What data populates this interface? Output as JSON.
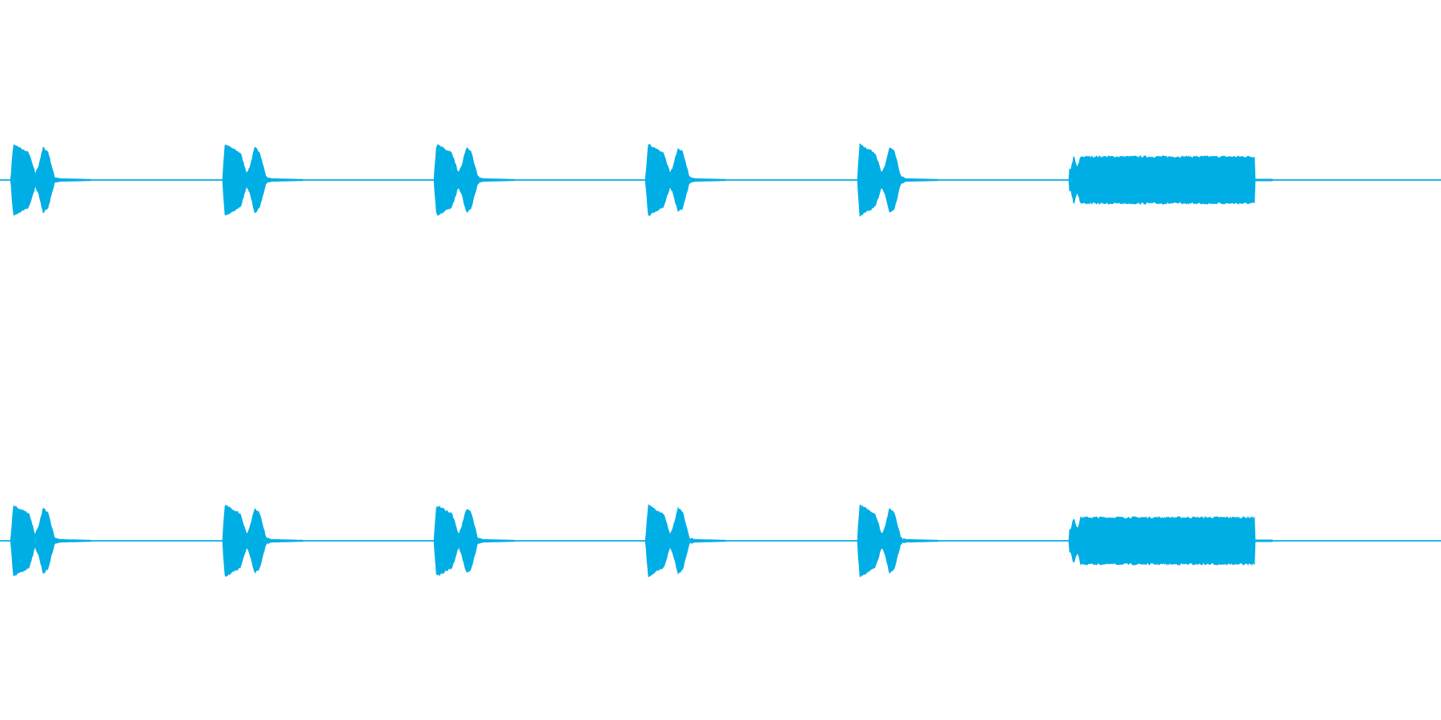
{
  "waveform": {
    "color": "#00aee6",
    "background": "#ffffff",
    "channels": [
      {
        "name": "channel-1"
      },
      {
        "name": "channel-2"
      }
    ],
    "events": [
      {
        "kind": "blip",
        "start": 0.0,
        "peak": 0.95
      },
      {
        "kind": "blip",
        "start": 0.148,
        "peak": 0.95
      },
      {
        "kind": "blip",
        "start": 0.296,
        "peak": 0.95
      },
      {
        "kind": "blip",
        "start": 0.444,
        "peak": 0.95
      },
      {
        "kind": "blip",
        "start": 0.592,
        "peak": 0.95
      },
      {
        "kind": "tone",
        "start": 0.74,
        "end": 0.87,
        "peak": 0.62
      }
    ]
  }
}
